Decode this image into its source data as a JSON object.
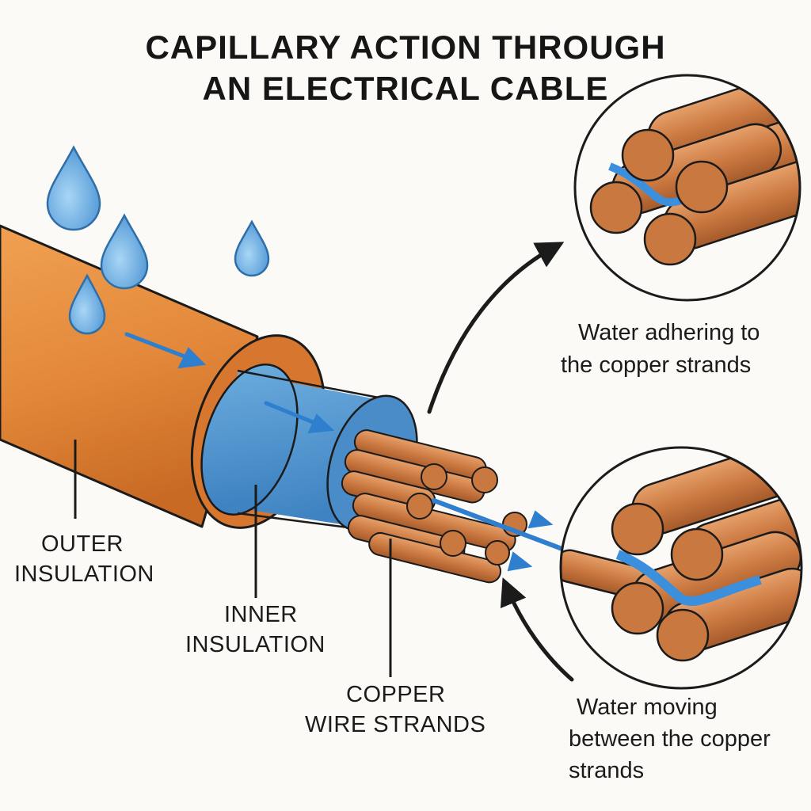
{
  "title": {
    "line1": "CAPILLARY ACTION THROUGH",
    "line2": "AN ELECTRICAL CABLE"
  },
  "labels": {
    "outer_insulation": [
      "OUTER",
      "INSULATION"
    ],
    "inner_insulation": [
      "INNER",
      "INSULATION"
    ],
    "copper_strands": [
      "COPPER",
      "WIRE STRANDS"
    ]
  },
  "callouts": {
    "adhering": [
      "Water adhering to",
      "the copper strands"
    ],
    "moving": [
      "Water moving",
      "between the copper",
      "strands"
    ]
  },
  "colors": {
    "outer_jacket": "#e58a3a",
    "inner_jacket": "#4f97d1",
    "copper": "#d0804a",
    "water": "#4a90d9",
    "ink": "#1b1b1b"
  }
}
